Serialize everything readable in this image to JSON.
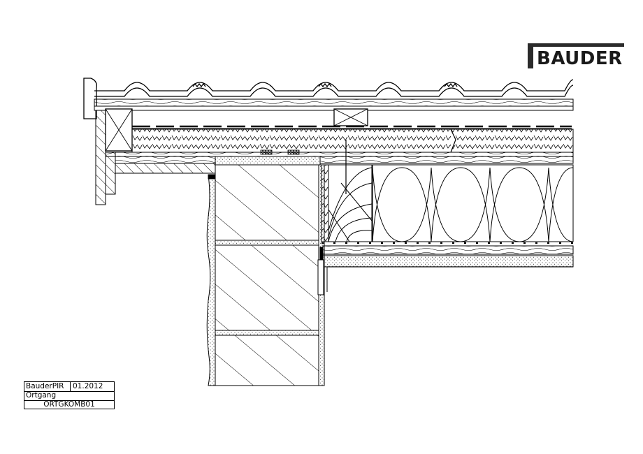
{
  "logo": {
    "brand": "BAUDER"
  },
  "title_block": {
    "product": "BauderPIR",
    "date": "01.2012",
    "detail_name": "Ortgang",
    "drawing_code": "ORTGKOMB01"
  }
}
